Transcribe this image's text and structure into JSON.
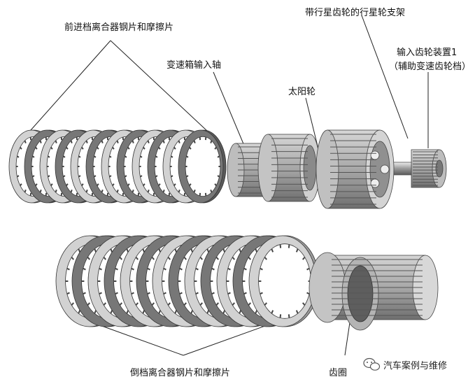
{
  "labels": {
    "forward_clutch": "前进档离合器钢片和摩擦片",
    "input_shaft": "变速箱输入轴",
    "planet_carrier": "带行星齿轮的行星轮支架",
    "sun_gear": "太阳轮",
    "input_gear_line1": "输入齿轮装置1",
    "input_gear_line2": "（辅助变速齿轮档）",
    "reverse_clutch": "倒档离合器钢片和摩擦片",
    "ring_gear": "齿圈"
  },
  "watermark": {
    "text": "汽车案例与维修",
    "icon": "wechat-icon"
  }
}
